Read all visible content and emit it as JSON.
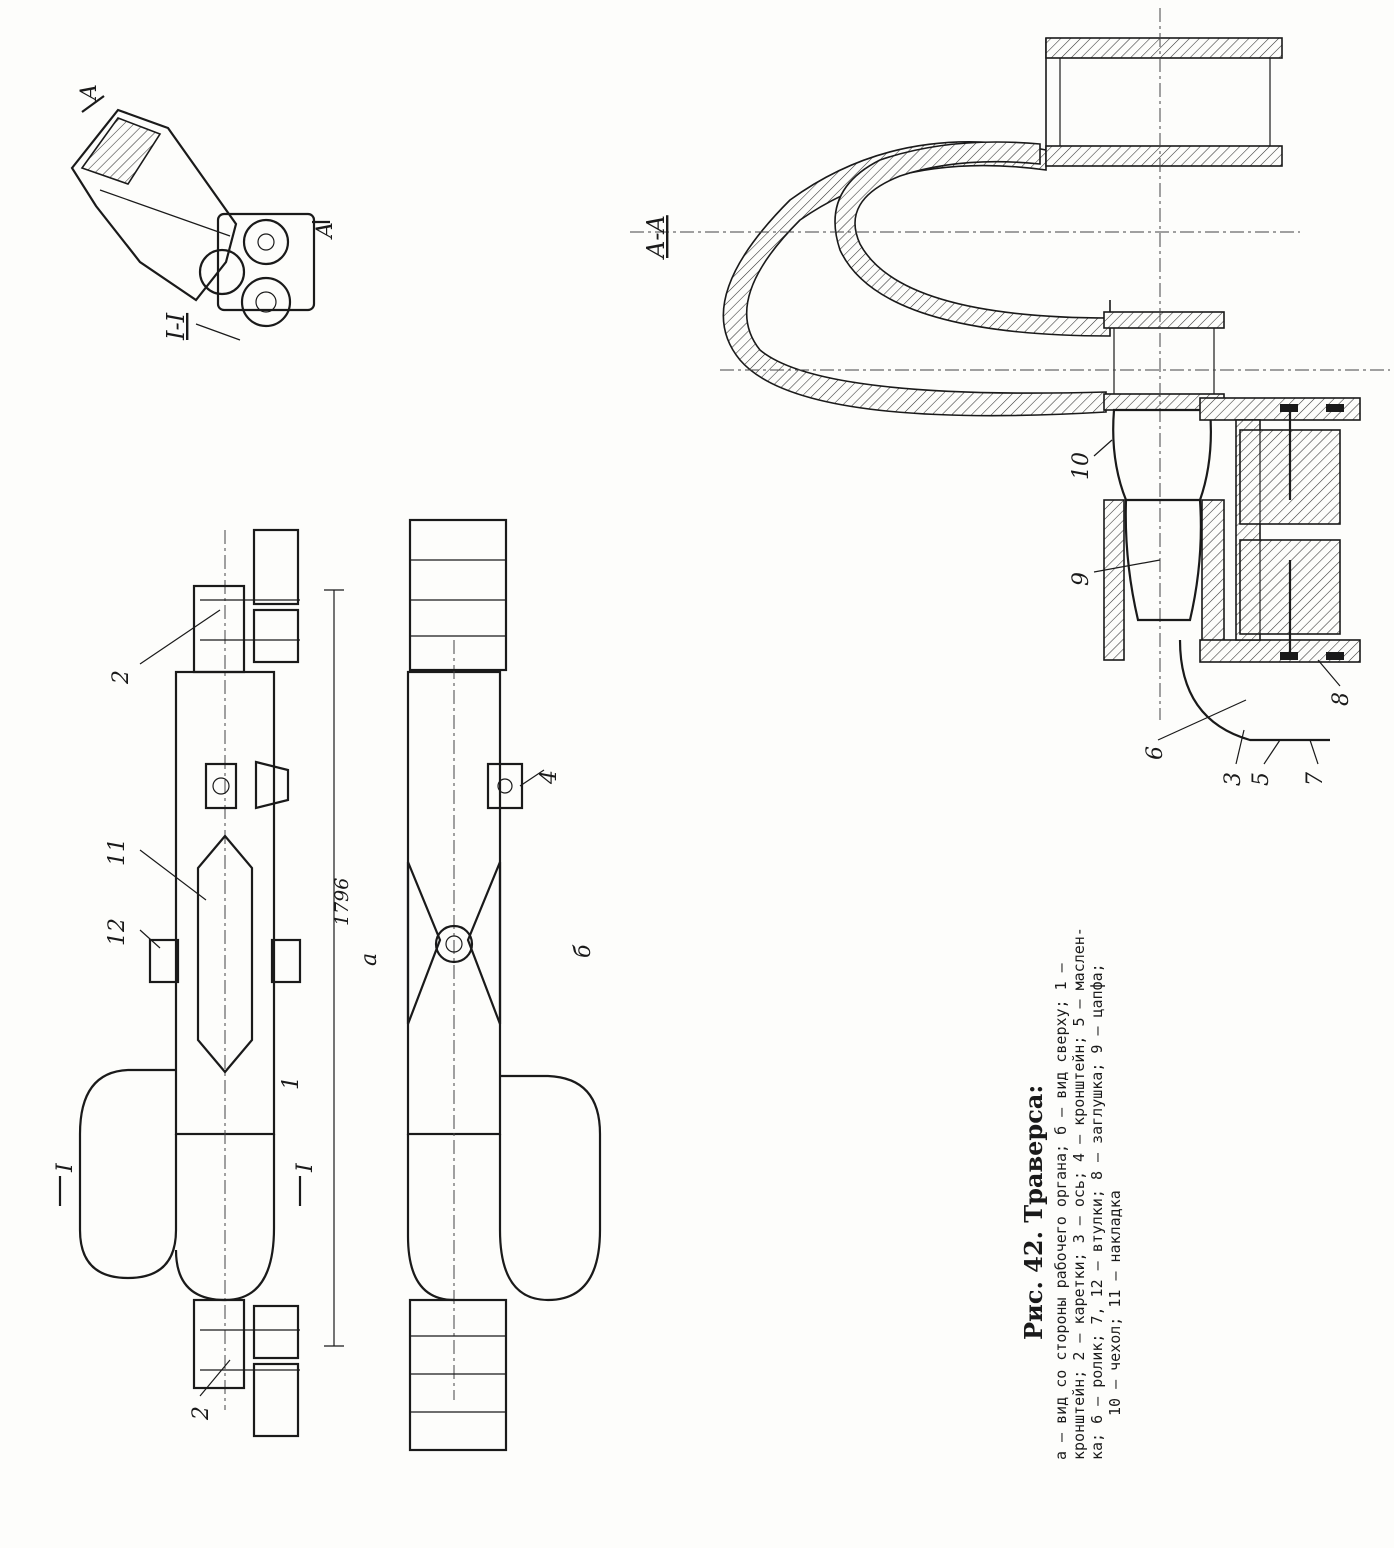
{
  "view_labels": {
    "section_1": "I-I",
    "section_a": "A-A",
    "view_a": "а",
    "view_b": "б"
  },
  "cut_markers": {
    "a_top": "A",
    "a_bottom": "A",
    "i_left": "I",
    "i_right": "I"
  },
  "dimension": "1796",
  "callouts": {
    "c1": "1",
    "c2_top": "2",
    "c2_bottom": "2",
    "c3": "3",
    "c4": "4",
    "c5": "5",
    "c6": "6",
    "c7": "7",
    "c8": "8",
    "c9": "9",
    "c10": "10",
    "c11": "11",
    "c12": "12"
  },
  "caption": {
    "title": "Рис. 42. Траверса:",
    "lines": [
      "а — вид со стороны рабочего органа; б — вид сверху; 1 —",
      "кронштейн; 2 — каретки; 3 — ось; 4 — кронштейн; 5 — маслен-",
      "ка; 6 — ролик; 7, 12 — втулки; 8 — заглушка; 9 — цапфа;",
      "10 — чехол; 11 — накладка"
    ]
  }
}
